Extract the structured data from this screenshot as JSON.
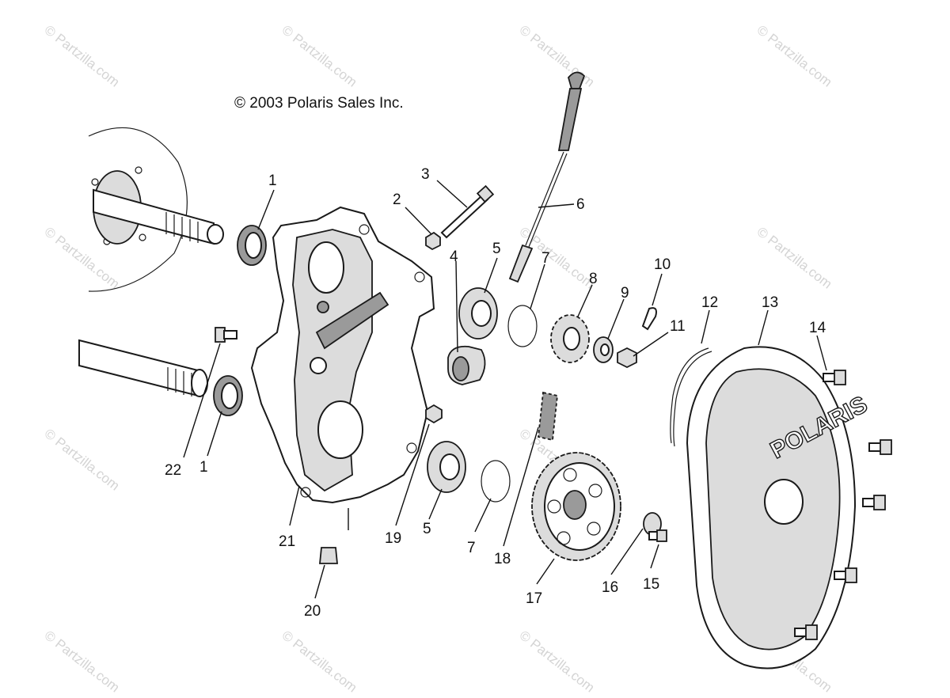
{
  "copyright": "© 2003 Polaris Sales Inc.",
  "brand_mark": "POLARIS",
  "watermark": "© Partzilla.com",
  "callouts": [
    "1",
    "2",
    "3",
    "4",
    "5",
    "6",
    "7",
    "8",
    "9",
    "10",
    "11",
    "12",
    "13",
    "14",
    "15",
    "16",
    "17",
    "18",
    "19",
    "20",
    "21",
    "22",
    "1",
    "5",
    "7"
  ],
  "colors": {
    "line": "#1a1a1a",
    "watermark": "#d4d4d4",
    "background": "#ffffff"
  }
}
